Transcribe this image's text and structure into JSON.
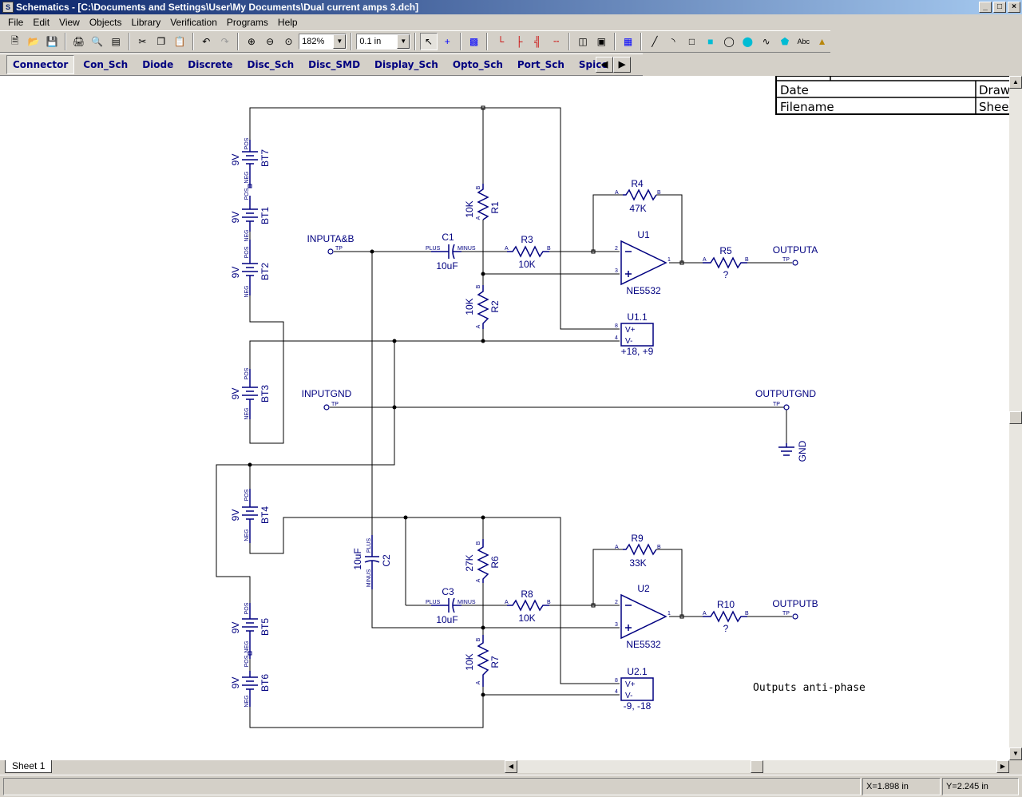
{
  "window": {
    "title": "Schematics - [C:\\Documents and Settings\\User\\My Documents\\Dual current amps 3.dch]",
    "controls": [
      "_",
      "□",
      "×"
    ]
  },
  "menu": [
    "File",
    "Edit",
    "View",
    "Objects",
    "Library",
    "Verification",
    "Programs",
    "Help"
  ],
  "toolbar": {
    "zoom": "182%",
    "grid": "0.1 in",
    "text_tool": "Abc"
  },
  "library_tabs": [
    "Connector",
    "Con_Sch",
    "Diode",
    "Discrete",
    "Disc_Sch",
    "Disc_SMD",
    "Display_Sch",
    "Opto_Sch",
    "Port_Sch",
    "Spice"
  ],
  "title_block": {
    "date": "Date",
    "drawn": "Draw",
    "filename": "Filename",
    "sheet": "Shee"
  },
  "schematic": {
    "batteries": [
      {
        "ref": "BT7",
        "val": "9V"
      },
      {
        "ref": "BT1",
        "val": "9V"
      },
      {
        "ref": "BT2",
        "val": "9V"
      },
      {
        "ref": "BT3",
        "val": "9V"
      },
      {
        "ref": "BT4",
        "val": "9V"
      },
      {
        "ref": "BT5",
        "val": "9V"
      },
      {
        "ref": "BT6",
        "val": "9V"
      }
    ],
    "pins": {
      "pos": "POS",
      "neg": "NEG",
      "plus": "PLUS",
      "minus": "MINUS",
      "a": "A",
      "b": "B",
      "tp": "TP",
      "p1": "1",
      "p2": "2",
      "p3": "3",
      "p8": "8",
      "p4": "4",
      "vplus": "V+",
      "vminus": "V-"
    },
    "resistors": {
      "R1": {
        "ref": "R1",
        "val": "10K"
      },
      "R2": {
        "ref": "R2",
        "val": "10K"
      },
      "R3": {
        "ref": "R3",
        "val": "10K"
      },
      "R4": {
        "ref": "R4",
        "val": "47K"
      },
      "R5": {
        "ref": "R5",
        "val": "?"
      },
      "R6": {
        "ref": "R6",
        "val": "27K"
      },
      "R7": {
        "ref": "R7",
        "val": "10K"
      },
      "R8": {
        "ref": "R8",
        "val": "10K"
      },
      "R9": {
        "ref": "R9",
        "val": "33K"
      },
      "R10": {
        "ref": "R10",
        "val": "?"
      }
    },
    "capacitors": {
      "C1": {
        "ref": "C1",
        "val": "10uF"
      },
      "C2": {
        "ref": "C2",
        "val": "10uF"
      },
      "C3": {
        "ref": "C3",
        "val": "10uF"
      }
    },
    "opamps": {
      "U1": {
        "ref": "U1",
        "part": "NE5532"
      },
      "U2": {
        "ref": "U2",
        "part": "NE5532"
      }
    },
    "power_units": {
      "U11": {
        "ref": "U1.1",
        "rails": "+18, +9"
      },
      "U21": {
        "ref": "U2.1",
        "rails": "-9, -18"
      }
    },
    "ports": {
      "inputab": "INPUTA&B",
      "inputgnd": "INPUTGND",
      "outputa": "OUTPUTA",
      "outputb": "OUTPUTB",
      "outputgnd": "OUTPUTGND",
      "gnd": "GND"
    },
    "note": "Outputs anti-phase"
  },
  "sheet_tab": "Sheet 1",
  "status": {
    "x": "X=1.898 in",
    "y": "Y=2.245 in"
  },
  "colors": {
    "wire": "#000000",
    "symbol": "#000080",
    "titlebar": "#0a246a"
  }
}
